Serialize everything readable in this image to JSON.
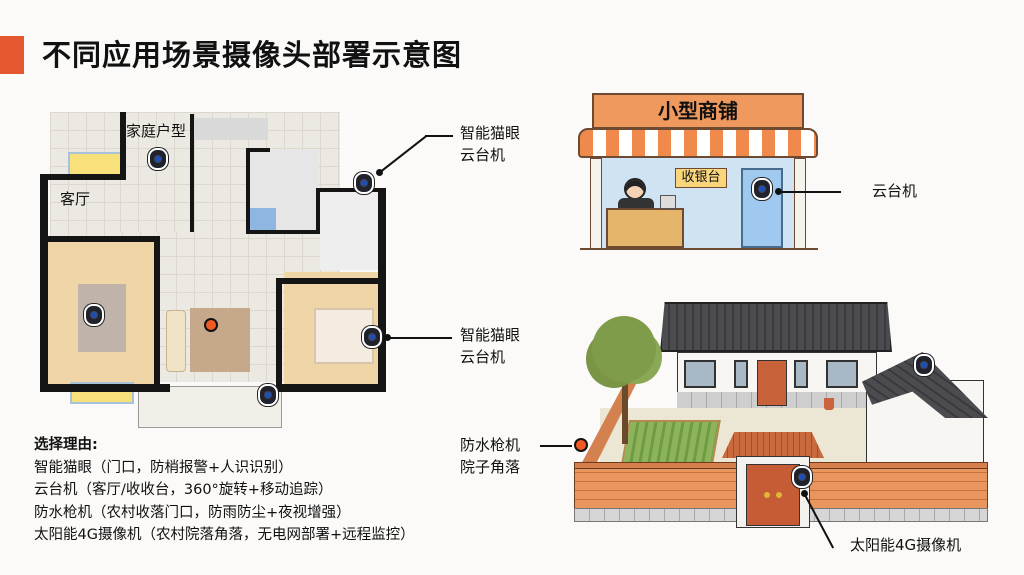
{
  "title": "不同应用场景摄像头部署示意图",
  "colors": {
    "accent": "#e5572f",
    "camera_dot": "#f15a22",
    "background": "#fbfaf8"
  },
  "floorplan": {
    "label_house_type": "家庭户型",
    "label_living_room": "客厅",
    "callout_top": [
      "智能猫眼",
      "云台机"
    ],
    "callout_middle": [
      "智能猫眼",
      "云台机"
    ]
  },
  "shop": {
    "sign": "小型商铺",
    "cashier": "收银台",
    "callout": "云台机"
  },
  "courtyard": {
    "callout_left": [
      "防水枪机",
      "院子角落"
    ],
    "callout_bottom": "太阳能4G摄像机"
  },
  "reasons": {
    "heading": "选择理由:",
    "items": [
      "智能猫眼（门口，防梢报警+人识识别）",
      "云台机（客厅/收收台，360°旋转+移动追踪）",
      "防水枪机（农村收落门口，防雨防尘+夜视增强）",
      "太阳能4G摄像机（农村院落角落，无电网部署+远程监控）"
    ]
  },
  "icons": {
    "camera": "camera-icon",
    "marker": "orange-dot-marker"
  }
}
